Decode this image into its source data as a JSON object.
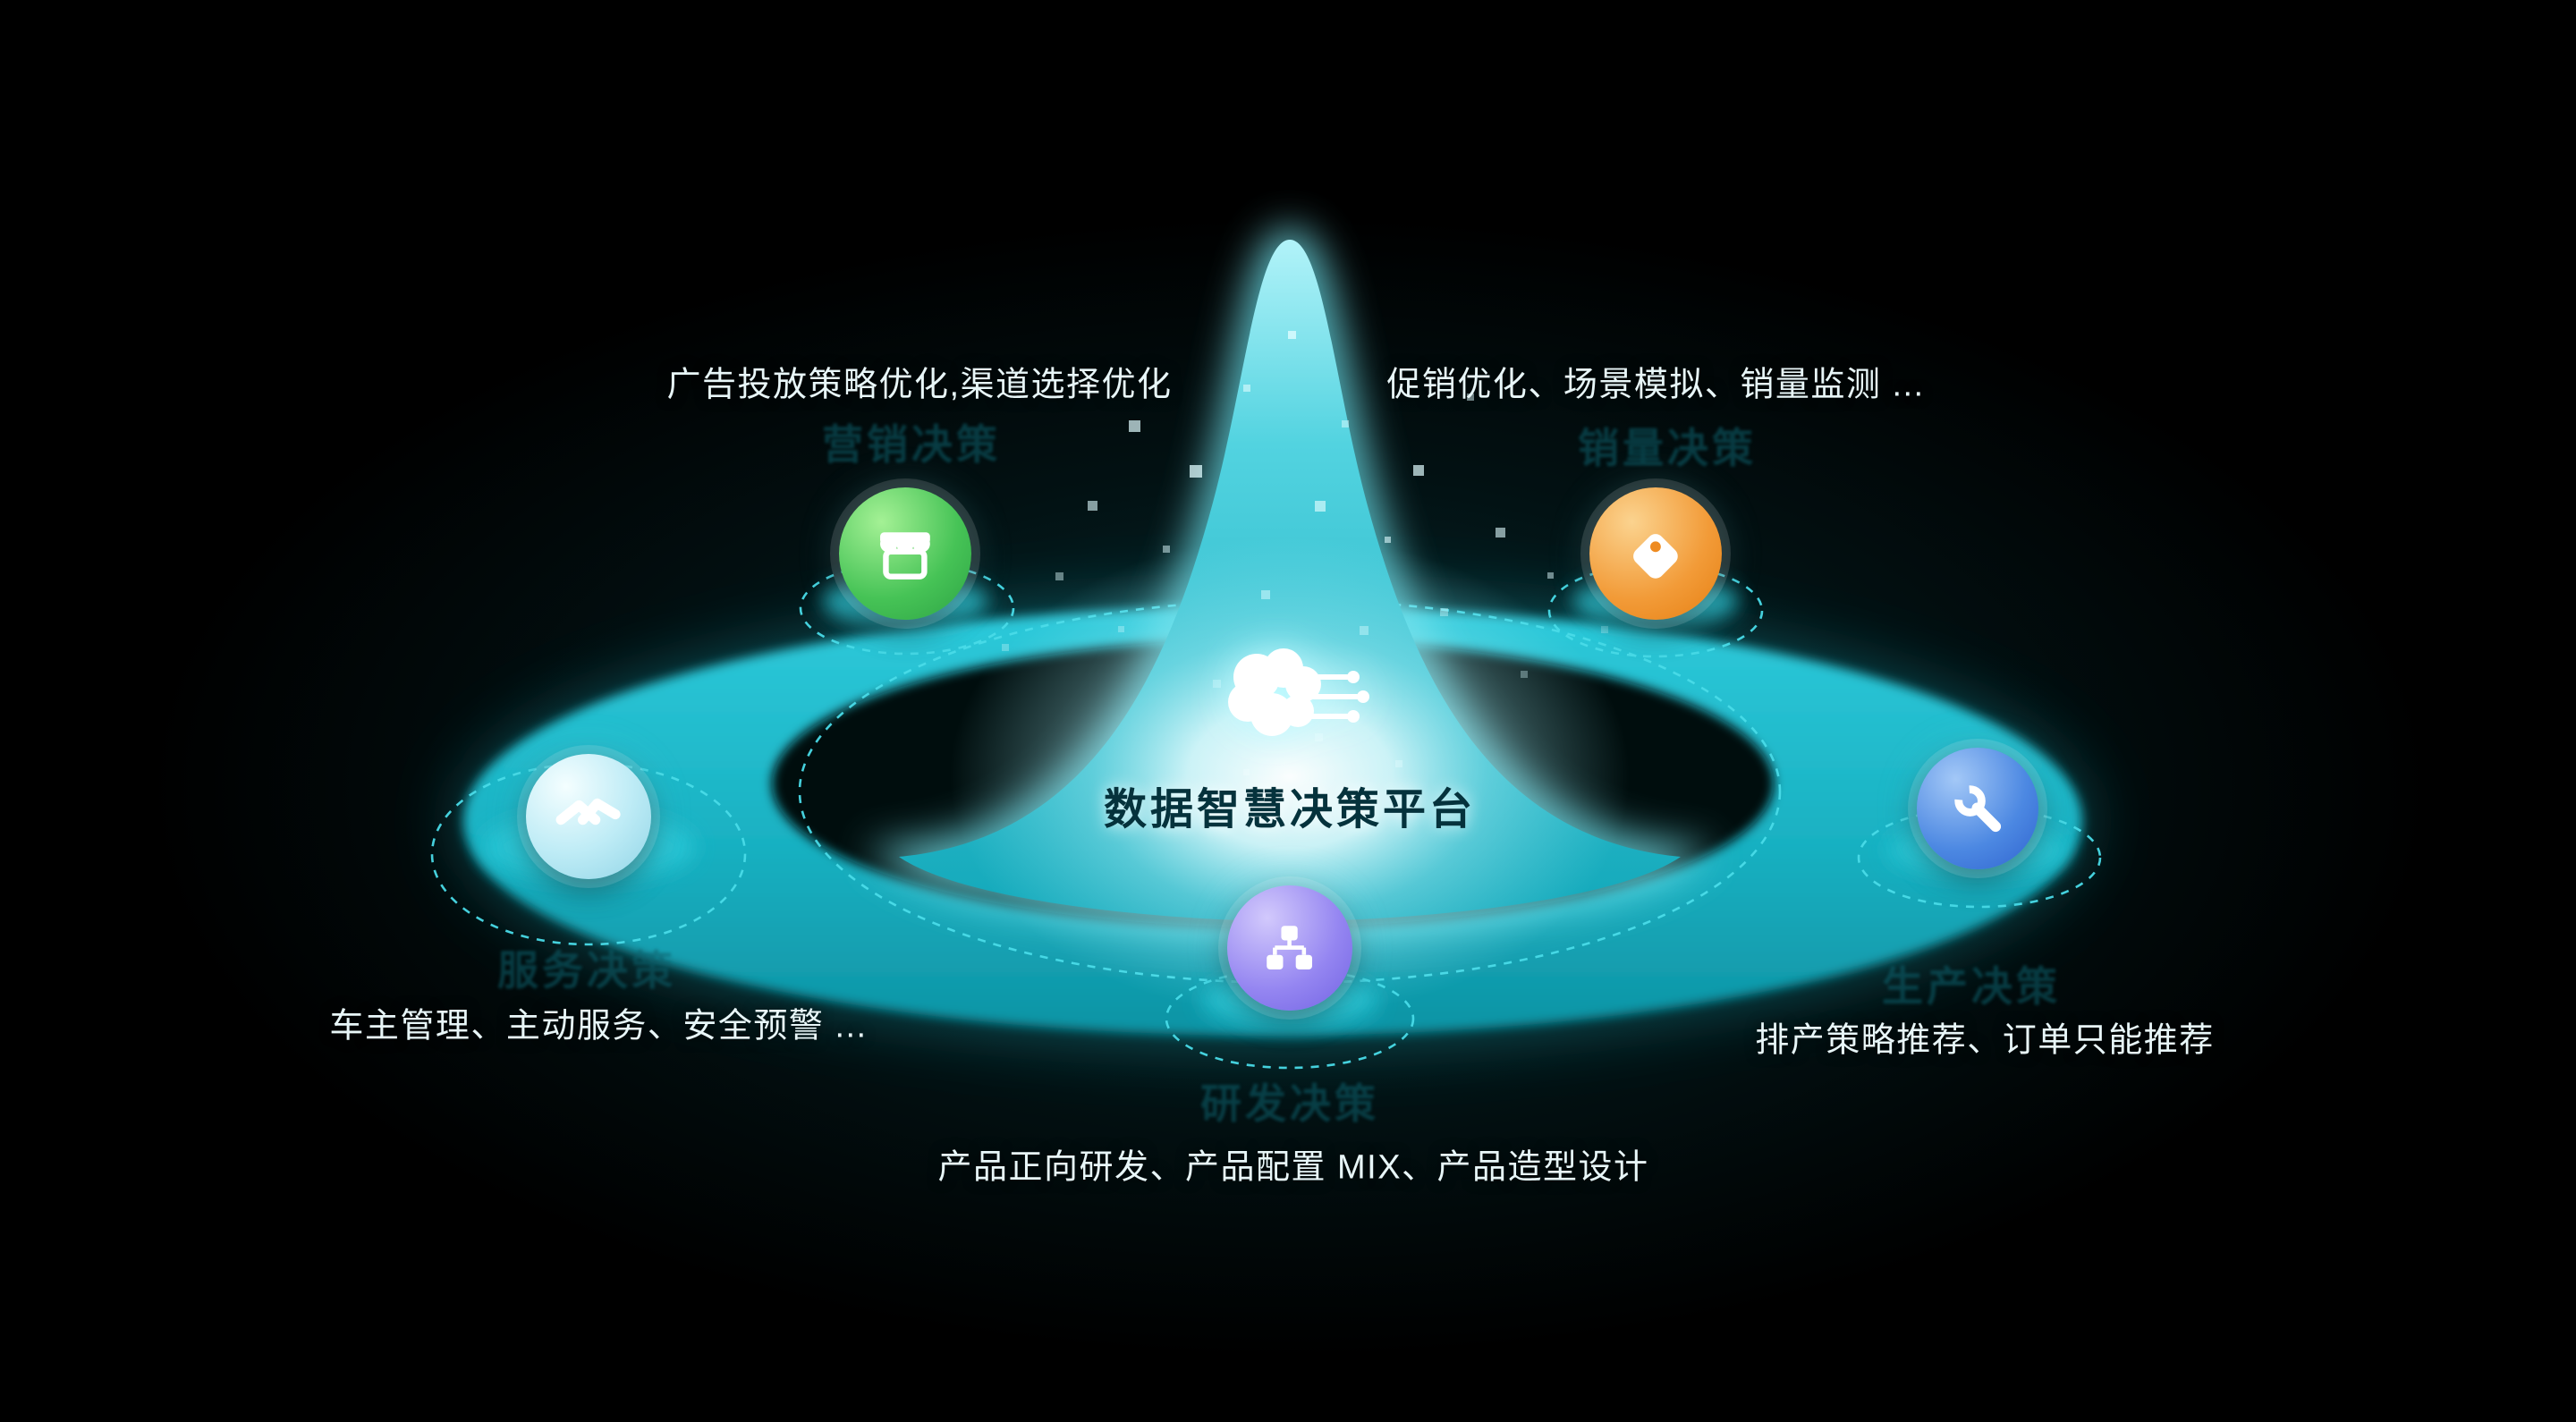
{
  "center": {
    "title": "数据智慧决策平台",
    "icon": "brain-circuit-icon"
  },
  "nodes": [
    {
      "id": "marketing",
      "label": "营销决策",
      "description": "广告投放策略优化,渠道选择优化",
      "icon": "storefront-icon",
      "accent": "#3db54d"
    },
    {
      "id": "sales",
      "label": "销量决策",
      "description": "促销优化、场景模拟、销量监测 ...",
      "icon": "price-tag-icon",
      "accent": "#ee8b21"
    },
    {
      "id": "service",
      "label": "服务决策",
      "description": "车主管理、主动服务、安全预警 ...",
      "icon": "handshake-icon",
      "accent": "#8fd4e6"
    },
    {
      "id": "production",
      "label": "生产决策",
      "description": "排产策略推荐、订单只能推荐",
      "icon": "wrench-icon",
      "accent": "#2f63cf"
    },
    {
      "id": "rnd",
      "label": "研发决策",
      "description": "产品正向研发、产品配置 MIX、产品造型设计",
      "icon": "hierarchy-icon",
      "accent": "#7263e3"
    }
  ],
  "colors": {
    "platform_teal": "#1ab5c5",
    "glow_cyan": "#8df2fb",
    "background": "#000000",
    "title_text": "#05323c",
    "description_text": "#e8f6f8",
    "dashed_outline": "#49dbe8"
  }
}
